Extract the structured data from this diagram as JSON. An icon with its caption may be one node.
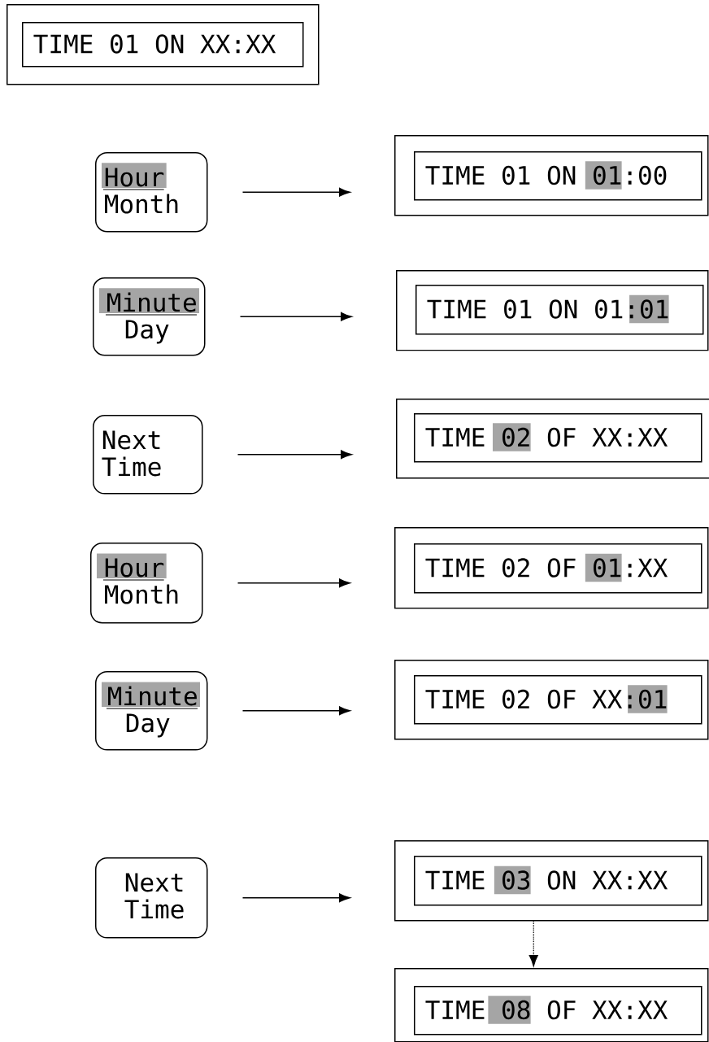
{
  "diagram": {
    "nodes": [
      {
        "text": [],
        "shape": "box"
      },
      {
        "text": [
          "TIME 01 ON XX:XX"
        ],
        "in": 0
      },
      {
        "text": [
          "Hour",
          "Month"
        ]
      },
      {
        "text": [],
        "shape": "box"
      },
      {
        "text": [
          "TIME 01 ON 01:00"
        ],
        "in": 3
      },
      {
        "text": [
          "Minute",
          "Day"
        ]
      },
      {
        "text": [],
        "shape": "box"
      },
      {
        "text": [
          "TIME 01 ON 01:01"
        ],
        "in": 6
      },
      {
        "text": [
          "Next",
          "Time"
        ]
      },
      {
        "text": [],
        "shape": "box"
      },
      {
        "text": [
          "TIME 02 OF XX:XX"
        ],
        "in": 9
      },
      {
        "text": [
          "Hour",
          "Month"
        ]
      },
      {
        "text": [],
        "shape": "box"
      },
      {
        "text": [
          "TIME 02 OF 01:XX"
        ],
        "in": 12
      },
      {
        "text": [
          "Minute",
          "Day"
        ]
      },
      {
        "text": [],
        "shape": "box"
      },
      {
        "text": [
          "TIME 02 OF XX:01"
        ],
        "in": 15
      },
      {
        "text": [
          "Next",
          "Time"
        ]
      },
      {
        "text": [],
        "shape": "box"
      },
      {
        "text": [
          "TIME 03 ON XX:XX"
        ],
        "in": 18
      },
      {
        "text": [],
        "shape": "box"
      },
      {
        "text": [
          "TIME 08 OF XX:XX"
        ],
        "in": 20
      }
    ],
    "edges": [
      {
        "from": 2,
        "to": 3,
        "arrow": "to"
      },
      {
        "from": 5,
        "to": 6,
        "arrow": "to"
      },
      {
        "from": 8,
        "to": 9,
        "arrow": "to"
      },
      {
        "from": 11,
        "to": 12,
        "arrow": "to"
      },
      {
        "from": 14,
        "to": 15,
        "arrow": "to"
      },
      {
        "from": 17,
        "to": 18,
        "arrow": "to"
      },
      {
        "from": 18,
        "to": 20,
        "arrow": "to",
        "style": "dashed"
      }
    ]
  }
}
